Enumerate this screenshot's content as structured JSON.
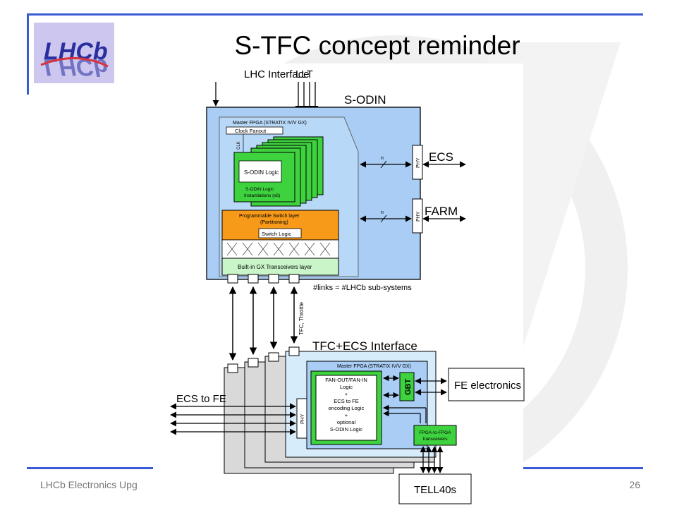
{
  "slide": {
    "title": "S-TFC concept reminder",
    "footer_left": "LHCb Electronics Upg",
    "page_number": "26",
    "logo_text": "LHCb"
  },
  "diagram": {
    "lhc_interface": "LHC Interface",
    "llt": "LLT",
    "s_odin": "S-ODIN",
    "master_fpga": "Master FPGA (STRATIX IV/V GX)",
    "clock_fanout": "Clock Fanout",
    "clk": "CLK",
    "sodin_logic": "S-ODIN Logic",
    "sodin_instances_1": "S-ODIN Logic",
    "sodin_instances_2": "Instantiations (x6)",
    "switch_layer_1": "Programmable Switch layer",
    "switch_layer_2": "(Partitioning)",
    "switch_logic": "Switch Logic",
    "transceivers": "Built-in GX Transceivers layer",
    "phy": "PHY",
    "n": "n",
    "ecs": "ECS",
    "farm": "FARM",
    "links_note": "#links = #LHCb sub-systems",
    "tfc_throttle": "TFC, Throttle",
    "tfc_ecs_interface": "TFC+ECS Interface",
    "master_fpga_2": "Master FPGA (STRATIX IV/V GX)",
    "fanout_lines": [
      "FAN-OUT/FAN-IN",
      "Logic",
      "+",
      "ECS to FE",
      "encoding Logic",
      "+",
      "optional",
      "S-ODIN Logic"
    ],
    "gbt": "GBT",
    "fe_electronics": "FE electronics",
    "ecs_to_fe": "ECS to FE",
    "fpga_to_fpga_1": "FPGA-to-FPGA",
    "fpga_to_fpga_2": "transceivers",
    "tell40": "TELL40s"
  },
  "colors": {
    "accent_blue": "#3a5bd6",
    "panel_blue": "#a9cdf5",
    "light_blue": "#d6ecfb",
    "logic_green": "#3fd23f",
    "switch_orange": "#f79a1a"
  }
}
